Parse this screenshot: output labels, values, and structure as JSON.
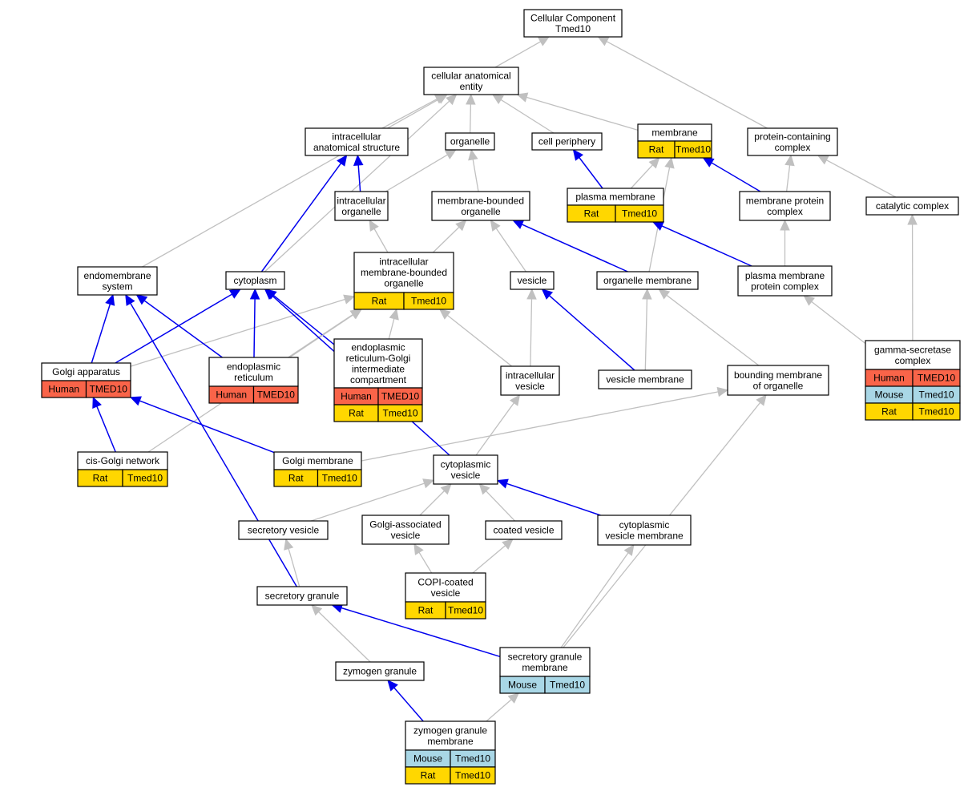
{
  "colors": {
    "Human": "#f96449",
    "Mouse": "#a9d7e6",
    "Rat": "#ffd700",
    "edge_is_a": "#c0c0c0",
    "edge_part_of": "#0000ee"
  },
  "nodes": {
    "root": {
      "label": [
        "Cellular Component",
        "Tmed10"
      ]
    },
    "cae": {
      "label": [
        "cellular anatomical",
        "entity"
      ]
    },
    "ias": {
      "label": [
        "intracellular",
        "anatomical structure"
      ]
    },
    "organelle": {
      "label": [
        "organelle"
      ]
    },
    "cellper": {
      "label": [
        "cell periphery"
      ]
    },
    "membrane": {
      "label": [
        "membrane"
      ],
      "annotations": [
        [
          "Rat",
          "Tmed10"
        ]
      ]
    },
    "pcc": {
      "label": [
        "protein-containing",
        "complex"
      ]
    },
    "intorg": {
      "label": [
        "intracellular",
        "organelle"
      ]
    },
    "mbo": {
      "label": [
        "membrane-bounded",
        "organelle"
      ]
    },
    "pm": {
      "label": [
        "plasma membrane"
      ],
      "annotations": [
        [
          "Rat",
          "Tmed10"
        ]
      ]
    },
    "mpc": {
      "label": [
        "membrane protein",
        "complex"
      ]
    },
    "catc": {
      "label": [
        "catalytic complex"
      ]
    },
    "endo": {
      "label": [
        "endomembrane",
        "system"
      ]
    },
    "cyto": {
      "label": [
        "cytoplasm"
      ]
    },
    "imbo": {
      "label": [
        "intracellular",
        "membrane-bounded",
        "organelle"
      ],
      "annotations": [
        [
          "Rat",
          "Tmed10"
        ]
      ]
    },
    "vesicle": {
      "label": [
        "vesicle"
      ]
    },
    "orgmem": {
      "label": [
        "organelle membrane"
      ]
    },
    "pmpc": {
      "label": [
        "plasma membrane",
        "protein complex"
      ]
    },
    "golgi": {
      "label": [
        "Golgi apparatus"
      ],
      "annotations": [
        [
          "Human",
          "TMED10"
        ]
      ]
    },
    "er": {
      "label": [
        "endoplasmic",
        "reticulum"
      ],
      "annotations": [
        [
          "Human",
          "TMED10"
        ]
      ]
    },
    "ergic": {
      "label": [
        "endoplasmic",
        "reticulum-Golgi",
        "intermediate",
        "compartment"
      ],
      "annotations": [
        [
          "Human",
          "TMED10"
        ],
        [
          "Rat",
          "Tmed10"
        ]
      ]
    },
    "intves": {
      "label": [
        "intracellular",
        "vesicle"
      ]
    },
    "vesmem": {
      "label": [
        "vesicle membrane"
      ]
    },
    "bmo": {
      "label": [
        "bounding membrane",
        "of organelle"
      ]
    },
    "gsc": {
      "label": [
        "gamma-secretase",
        "complex"
      ],
      "annotations": [
        [
          "Human",
          "TMED10"
        ],
        [
          "Mouse",
          "Tmed10"
        ],
        [
          "Rat",
          "Tmed10"
        ]
      ]
    },
    "cisg": {
      "label": [
        "cis-Golgi network"
      ],
      "annotations": [
        [
          "Rat",
          "Tmed10"
        ]
      ]
    },
    "golgimem": {
      "label": [
        "Golgi membrane"
      ],
      "annotations": [
        [
          "Rat",
          "Tmed10"
        ]
      ]
    },
    "cytves": {
      "label": [
        "cytoplasmic",
        "vesicle"
      ]
    },
    "secves": {
      "label": [
        "secretory vesicle"
      ]
    },
    "gav": {
      "label": [
        "Golgi-associated",
        "vesicle"
      ]
    },
    "coated": {
      "label": [
        "coated vesicle"
      ]
    },
    "cvm": {
      "label": [
        "cytoplasmic",
        "vesicle membrane"
      ]
    },
    "copi": {
      "label": [
        "COPI-coated",
        "vesicle"
      ],
      "annotations": [
        [
          "Rat",
          "Tmed10"
        ]
      ]
    },
    "secgran": {
      "label": [
        "secretory granule"
      ]
    },
    "sgm": {
      "label": [
        "secretory granule",
        "membrane"
      ],
      "annotations": [
        [
          "Mouse",
          "Tmed10"
        ]
      ]
    },
    "zg": {
      "label": [
        "zymogen granule"
      ]
    },
    "zgm": {
      "label": [
        "zymogen granule",
        "membrane"
      ],
      "annotations": [
        [
          "Mouse",
          "Tmed10"
        ],
        [
          "Rat",
          "Tmed10"
        ]
      ]
    }
  },
  "edges": [
    {
      "from": "cae",
      "to": "root",
      "type": "is_a"
    },
    {
      "from": "pcc",
      "to": "root",
      "type": "is_a"
    },
    {
      "from": "ias",
      "to": "cae",
      "type": "is_a"
    },
    {
      "from": "organelle",
      "to": "cae",
      "type": "is_a"
    },
    {
      "from": "cellper",
      "to": "cae",
      "type": "is_a"
    },
    {
      "from": "membrane",
      "to": "cae",
      "type": "is_a"
    },
    {
      "from": "endo",
      "to": "cae",
      "type": "is_a"
    },
    {
      "from": "cyto",
      "to": "cae",
      "type": "is_a"
    },
    {
      "from": "intorg",
      "to": "ias",
      "type": "part_of"
    },
    {
      "from": "intorg",
      "to": "organelle",
      "type": "is_a"
    },
    {
      "from": "mbo",
      "to": "organelle",
      "type": "is_a"
    },
    {
      "from": "pm",
      "to": "cellper",
      "type": "part_of"
    },
    {
      "from": "pm",
      "to": "membrane",
      "type": "is_a"
    },
    {
      "from": "mpc",
      "to": "membrane",
      "type": "part_of"
    },
    {
      "from": "mpc",
      "to": "pcc",
      "type": "is_a"
    },
    {
      "from": "catc",
      "to": "pcc",
      "type": "is_a"
    },
    {
      "from": "cyto",
      "to": "ias",
      "type": "part_of"
    },
    {
      "from": "imbo",
      "to": "intorg",
      "type": "is_a"
    },
    {
      "from": "imbo",
      "to": "mbo",
      "type": "is_a"
    },
    {
      "from": "vesicle",
      "to": "mbo",
      "type": "is_a"
    },
    {
      "from": "orgmem",
      "to": "mbo",
      "type": "part_of"
    },
    {
      "from": "orgmem",
      "to": "membrane",
      "type": "is_a"
    },
    {
      "from": "pmpc",
      "to": "pm",
      "type": "part_of"
    },
    {
      "from": "pmpc",
      "to": "mpc",
      "type": "is_a"
    },
    {
      "from": "golgi",
      "to": "endo",
      "type": "part_of"
    },
    {
      "from": "golgi",
      "to": "cyto",
      "type": "part_of"
    },
    {
      "from": "golgi",
      "to": "imbo",
      "type": "is_a"
    },
    {
      "from": "er",
      "to": "endo",
      "type": "part_of"
    },
    {
      "from": "er",
      "to": "cyto",
      "type": "part_of"
    },
    {
      "from": "er",
      "to": "imbo",
      "type": "is_a"
    },
    {
      "from": "ergic",
      "to": "cyto",
      "type": "part_of"
    },
    {
      "from": "ergic",
      "to": "imbo",
      "type": "is_a"
    },
    {
      "from": "intves",
      "to": "vesicle",
      "type": "is_a"
    },
    {
      "from": "intves",
      "to": "imbo",
      "type": "is_a"
    },
    {
      "from": "vesmem",
      "to": "vesicle",
      "type": "part_of"
    },
    {
      "from": "vesmem",
      "to": "orgmem",
      "type": "is_a"
    },
    {
      "from": "bmo",
      "to": "orgmem",
      "type": "is_a"
    },
    {
      "from": "gsc",
      "to": "pmpc",
      "type": "is_a"
    },
    {
      "from": "gsc",
      "to": "catc",
      "type": "is_a"
    },
    {
      "from": "cisg",
      "to": "golgi",
      "type": "part_of"
    },
    {
      "from": "cisg",
      "to": "imbo",
      "type": "is_a"
    },
    {
      "from": "golgimem",
      "to": "golgi",
      "type": "part_of"
    },
    {
      "from": "golgimem",
      "to": "bmo",
      "type": "is_a"
    },
    {
      "from": "cytves",
      "to": "intves",
      "type": "is_a"
    },
    {
      "from": "cytves",
      "to": "cyto",
      "type": "part_of"
    },
    {
      "from": "secves",
      "to": "cytves",
      "type": "is_a"
    },
    {
      "from": "gav",
      "to": "cytves",
      "type": "is_a"
    },
    {
      "from": "coated",
      "to": "cytves",
      "type": "is_a"
    },
    {
      "from": "cvm",
      "to": "cytves",
      "type": "part_of"
    },
    {
      "from": "copi",
      "to": "gav",
      "type": "is_a"
    },
    {
      "from": "copi",
      "to": "coated",
      "type": "is_a"
    },
    {
      "from": "secgran",
      "to": "secves",
      "type": "is_a"
    },
    {
      "from": "secgran",
      "to": "endo",
      "type": "part_of"
    },
    {
      "from": "sgm",
      "to": "secgran",
      "type": "part_of"
    },
    {
      "from": "sgm",
      "to": "cvm",
      "type": "is_a"
    },
    {
      "from": "sgm",
      "to": "bmo",
      "type": "is_a"
    },
    {
      "from": "zg",
      "to": "secgran",
      "type": "is_a"
    },
    {
      "from": "zgm",
      "to": "zg",
      "type": "part_of"
    },
    {
      "from": "zgm",
      "to": "sgm",
      "type": "is_a"
    }
  ]
}
